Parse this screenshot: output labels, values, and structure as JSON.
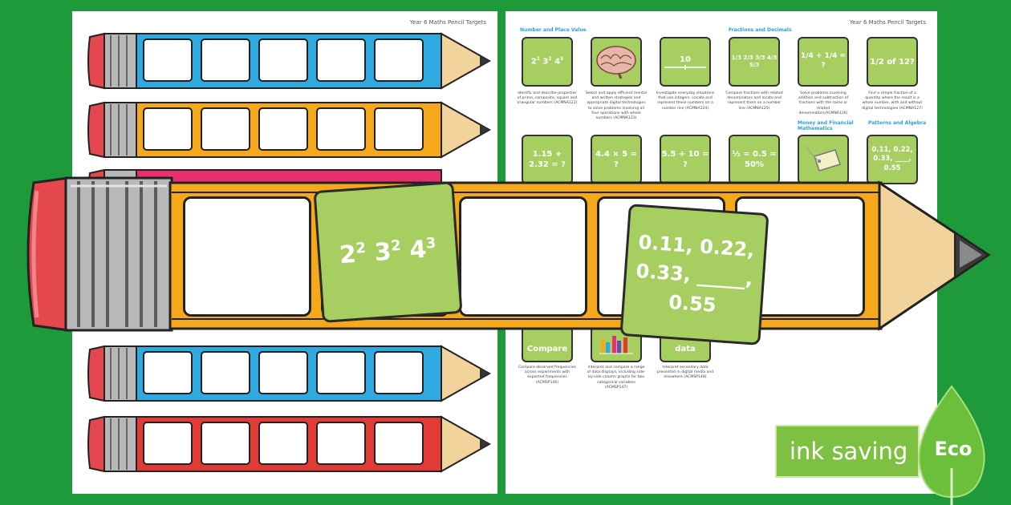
{
  "left_page": {},
  "right_page": {
    "header": "Year 6 Maths Pencil Targets",
    "section_number": "Number and Place Value",
    "section_fractions": "Fractions and Decimals",
    "section_money": "Money and Financial Mathematics",
    "section_patterns": "Patterns and Algebra",
    "row1_desc": [
      "Identify and describe properties of prime, composite, square and triangular numbers (ACMNA122)",
      "Select and apply efficient mental and written strategies and appropriate digital technologies to solve problems involving all four operations with whole numbers (ACMNA123)",
      "Investigate everyday situations that use integers. Locate and represent these numbers on a number line (ACMNA124)",
      "Compare fractions with related denominators and locate and represent them on a number line (ACMNA125)",
      "Solve problems involving addition and subtraction of fractions with the same or related denominators(ACMNA126)",
      "Find a simple fraction of a quantity where the result is a whole number, with and without digital technologies (ACMNA127)"
    ],
    "row1_cards": [
      "",
      "",
      "10",
      "1/3 2/3 3/3 4/3 5/3",
      "1/4 + 1/4 = ?",
      "1/2 of 12?"
    ],
    "row2_cards": [
      "1.15 + 2.32 = ?",
      "4.4 × 5 = ?",
      "5.5 ÷ 10 = ?",
      "½ = 0.5 = 50%",
      "",
      "0.11, 0.22, 0.33, ____, 0.55"
    ],
    "row3_cards": [
      "Compare",
      "",
      "data"
    ],
    "row3_desc": [
      "Compare observed frequencies across experiments with expected frequencies (ACMSP146)",
      "Interpret and compare a range of data displays, including side-by-side column graphs for two categorical variables (ACMSP147)",
      "Interpret secondary data presented in digital media and elsewhere (ACMSP148)"
    ]
  },
  "big_cards": {
    "powers": {
      "b1": "2",
      "e1": "2",
      "b2": "3",
      "e2": "2",
      "b3": "4",
      "e3": "3"
    },
    "sequence": [
      "0.11, 0.22,",
      "0.33, _____,",
      "0.55"
    ]
  },
  "mini_powers": {
    "b1": "2",
    "e1": "2",
    "b2": "3",
    "e2": "2",
    "b3": "4",
    "e3": "3"
  },
  "eco": {
    "label": "ink saving",
    "badge": "Eco"
  },
  "colors": {
    "background": "#1f9a3b",
    "card": "#a6ce61",
    "pencil_blue": "#30a8e0",
    "pencil_orange": "#f5a81c",
    "pencil_pink": "#e8306e",
    "pencil_red": "#e23a35",
    "eraser": "#e4474d",
    "wood": "#f2d39b"
  }
}
